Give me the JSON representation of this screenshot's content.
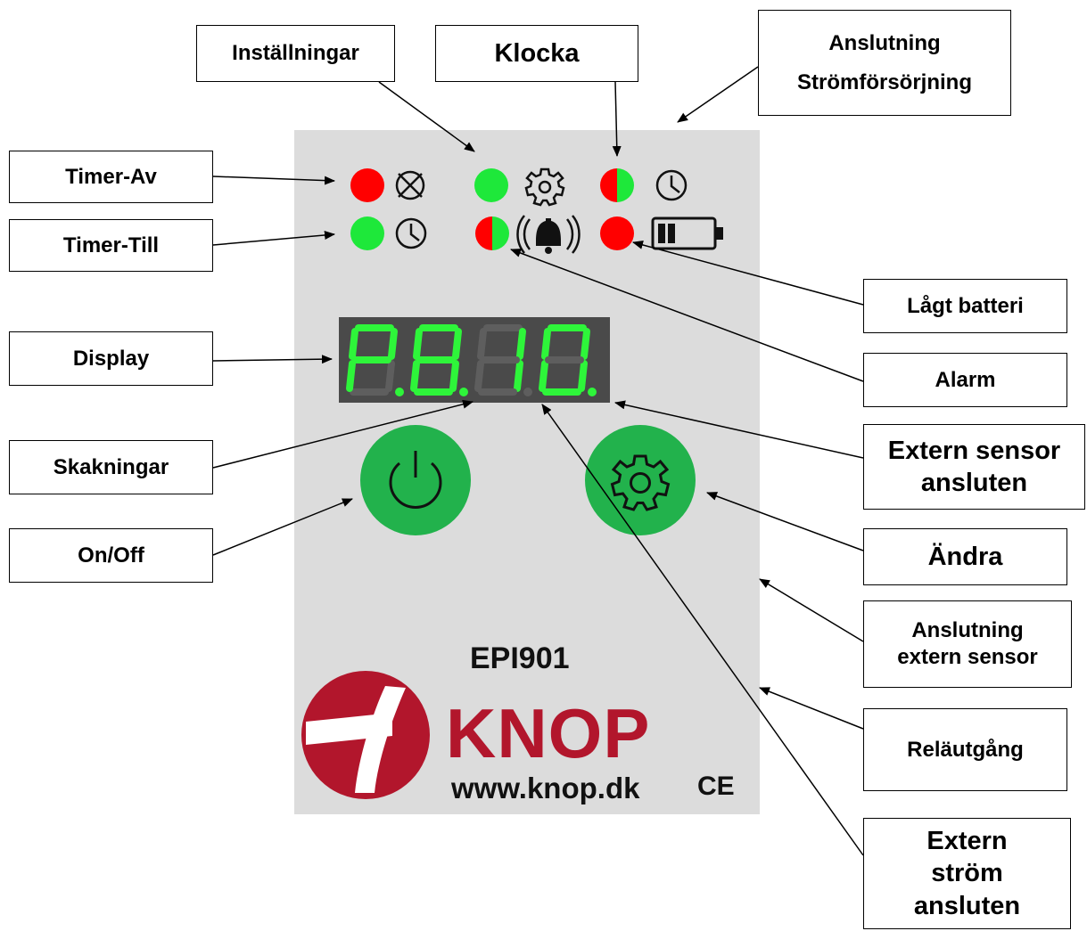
{
  "labels": {
    "installningar": "Inställningar",
    "klocka": "Klocka",
    "anslutning_strom_line1": "Anslutning",
    "anslutning_strom_line2": "Strömförsörjning",
    "timer_av": "Timer-Av",
    "timer_till": "Timer-Till",
    "lagt_batteri": "Lågt batteri",
    "display": "Display",
    "alarm": "Alarm",
    "skakningar": "Skakningar",
    "extern_sensor_ansluten_line1": "Extern sensor",
    "extern_sensor_ansluten_line2": "ansluten",
    "on_off": "On/Off",
    "andra": "Ändra",
    "anslutning_sensor_line1": "Anslutning",
    "anslutning_sensor_line2": "extern sensor",
    "relautgang": "Reläutgång",
    "extern_strom_line1": "Extern",
    "extern_strom_line2": "ström",
    "extern_strom_line3": "ansluten"
  },
  "device": {
    "model": "EPI901",
    "brand": "KNOP",
    "url": "www.knop.dk",
    "ce_mark": "CE",
    "display_text": "P.8.10."
  },
  "colors": {
    "led_red": "#ff0000",
    "led_green": "#1ee83a",
    "button_green": "#22b24c",
    "panel_gray": "#dcdcdc",
    "segment_green": "#2ef53a",
    "brand_red": "#b2162c"
  }
}
